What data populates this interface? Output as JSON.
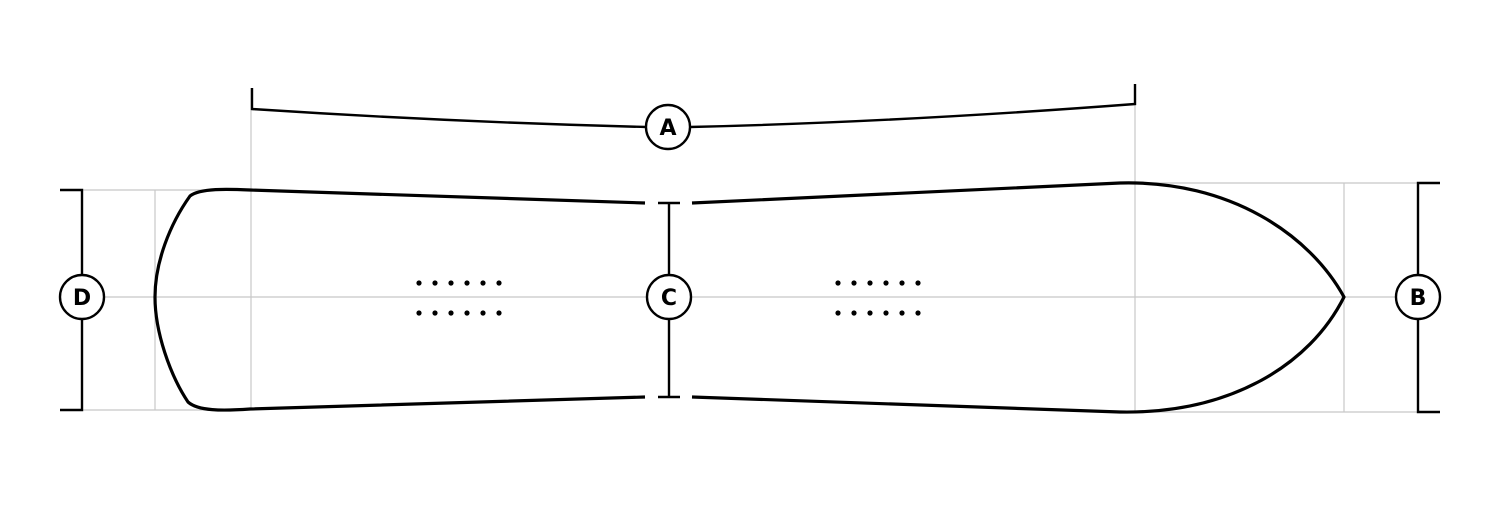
{
  "diagram": {
    "labels": {
      "a": "A",
      "b": "B",
      "c": "C",
      "d": "D"
    },
    "colors": {
      "outline": "#000000",
      "guide": "#c8c8c8",
      "background": "#ffffff"
    }
  }
}
